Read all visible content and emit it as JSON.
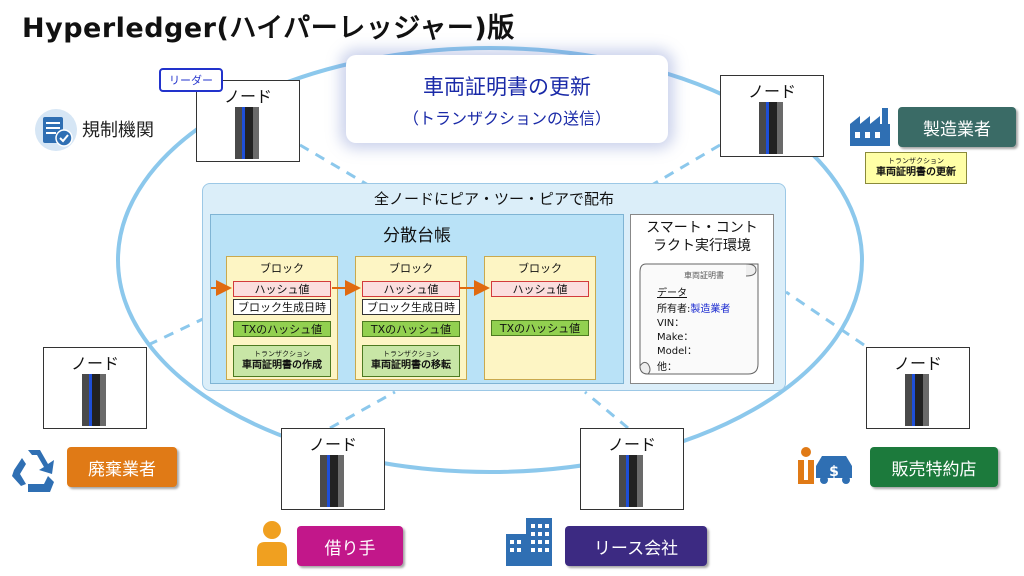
{
  "title": "Hyperledger(ハイパーレッジャー)版",
  "node_label": "ノード",
  "leader_badge": "リーダー",
  "regulator_label": "規制機関",
  "cert_update": {
    "title": "車両証明書の更新",
    "subtitle": "（トランザクションの送信）"
  },
  "ledger": {
    "outer_title": "全ノードにピア・ツー・ピアで配布",
    "inner_title": "分散台帳",
    "blocks": [
      {
        "title": "ブロック",
        "hash": "ハッシュ値",
        "gen_time": "ブロック生成日時",
        "tx_hash": "TXのハッシュ値",
        "tx_small": "トランザクション",
        "tx_name": "車両証明書の作成"
      },
      {
        "title": "ブロック",
        "hash": "ハッシュ値",
        "gen_time": "ブロック生成日時",
        "tx_hash": "TXのハッシュ値",
        "tx_small": "トランザクション",
        "tx_name": "車両証明書の移転"
      },
      {
        "title": "ブロック",
        "hash": "ハッシュ値",
        "tx_hash": "TXのハッシュ値"
      }
    ]
  },
  "smart_contract": {
    "title_line1": "スマート・コント",
    "title_line2": "ラクト実行環境",
    "doc_title": "車両証明書",
    "data_label": "データ",
    "owner_label": "所有者:",
    "owner_value": "製造業者",
    "vin": "VIN：",
    "make": "Make：",
    "model": "Model：",
    "other": "他：",
    "owner_color": "#1a2ad0"
  },
  "manufacturer_tx": {
    "small": "トランザクション",
    "name": "車両証明書の更新"
  },
  "roles": {
    "manufacturer": {
      "label": "製造業者",
      "color": "#3a6b66"
    },
    "dealer": {
      "label": "販売特約店",
      "color": "#1c7a3c"
    },
    "leasing": {
      "label": "リース会社",
      "color": "#3c2a82"
    },
    "borrower": {
      "label": "借り手",
      "color": "#c2178a"
    },
    "scrapper": {
      "label": "廃棄業者",
      "color": "#e07a16"
    }
  },
  "icons": {
    "regulator": "document-check-icon",
    "manufacturer": "factory-icon",
    "dealer": "dealer-car-icon",
    "leasing": "building-icon",
    "borrower": "person-icon",
    "scrapper": "recycle-icon"
  },
  "colors": {
    "network_ring": "#8cc8ec",
    "arrow": "#e06a10",
    "icon_blue": "#2f6fb3"
  }
}
